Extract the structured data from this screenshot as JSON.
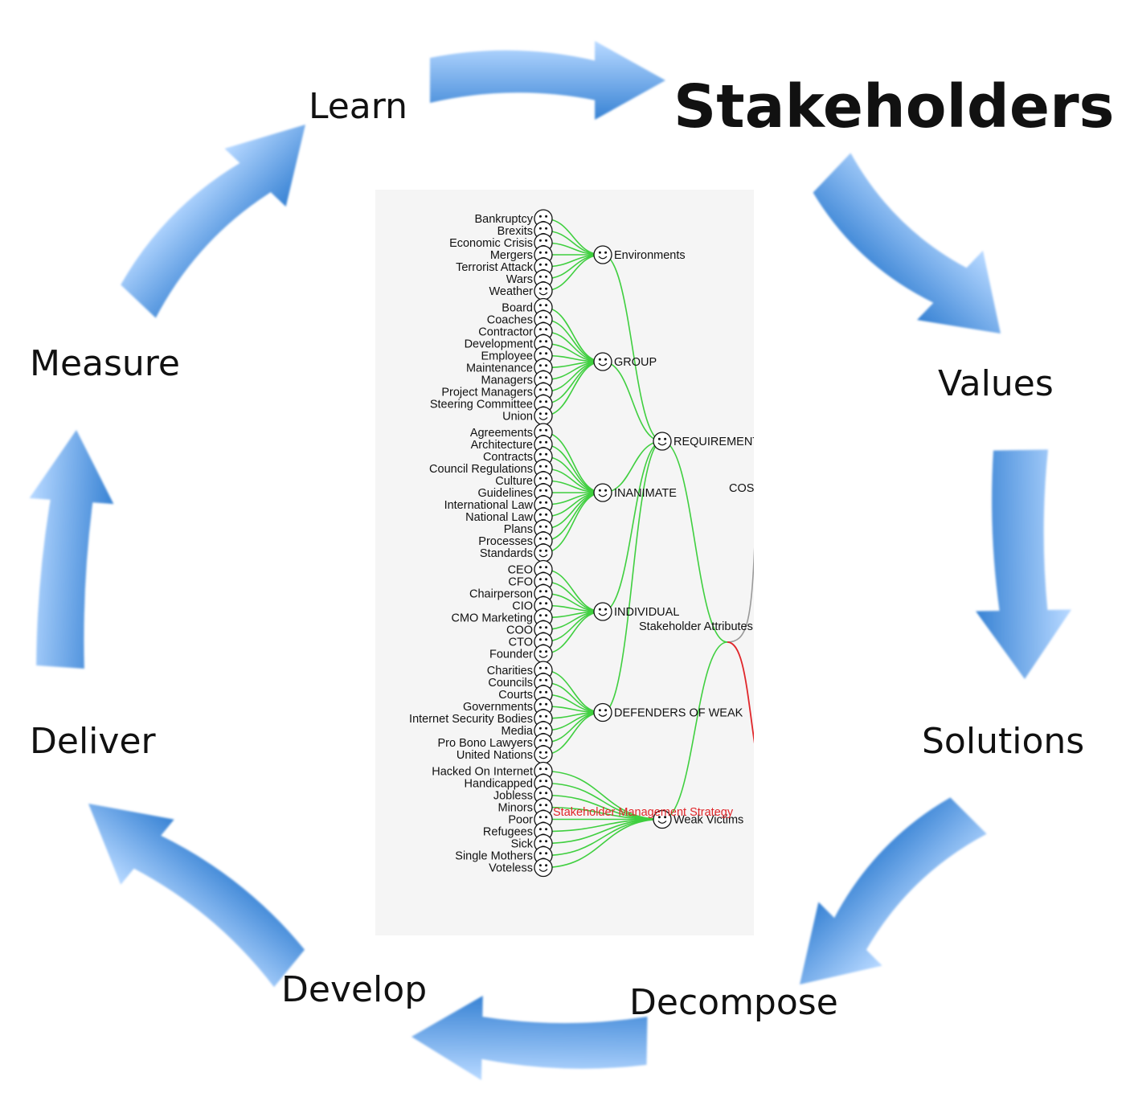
{
  "cycle": {
    "current_step": "Stakeholders",
    "steps": [
      "Learn",
      "Stakeholders",
      "Values",
      "Solutions",
      "Decompose",
      "Develop",
      "Deliver",
      "Measure"
    ]
  },
  "colors": {
    "arrow_dark": "#3d86d6",
    "arrow_light": "#b3d6ff",
    "panel_bg": "#f5f5f5",
    "tree_link": "#3fcf3f",
    "red_link": "#e0262a",
    "gray_link": "#999999"
  },
  "tree": {
    "groups": [
      {
        "label": "Environments",
        "children": [
          "Bankruptcy",
          "Brexits",
          "Economic Crisis",
          "Mergers",
          "Terrorist Attack",
          "Wars",
          "Weather"
        ]
      },
      {
        "label": "GROUP",
        "children": [
          "Board",
          "Coaches",
          "Contractor",
          "Development",
          "Employee",
          "Maintenance",
          "Managers",
          "Project Managers",
          "Steering Committee",
          "Union"
        ]
      },
      {
        "label": "INANIMATE",
        "children": [
          "Agreements",
          "Architecture",
          "Contracts",
          "Council Regulations",
          "Culture",
          "Guidelines",
          "International Law",
          "National Law",
          "Plans",
          "Processes",
          "Standards"
        ]
      },
      {
        "label": "INDIVIDUAL",
        "children": [
          "CEO",
          "CFO",
          "Chairperson",
          "CIO",
          "CMO Marketing",
          "COO",
          "CTO",
          "Founder"
        ]
      },
      {
        "label": "DEFENDERS OF WEAK",
        "children": [
          "Charities",
          "Councils",
          "Courts",
          "Governments",
          "Internet Security Bodies",
          "Media",
          "Pro Bono Lawyers",
          "United Nations"
        ]
      },
      {
        "label": "Weak Victims",
        "children": [
          "Hacked On Internet",
          "Handicapped",
          "Jobless",
          "Minors",
          "Poor",
          "Refugees",
          "Sick",
          "Single Mothers",
          "Voteless"
        ]
      }
    ],
    "requirements_label": "REQUIREMENTS",
    "attributes_label": "Stakeholder Attributes",
    "cost_label": "COST",
    "strategy_label": "Stakeholder Management Strategy"
  }
}
